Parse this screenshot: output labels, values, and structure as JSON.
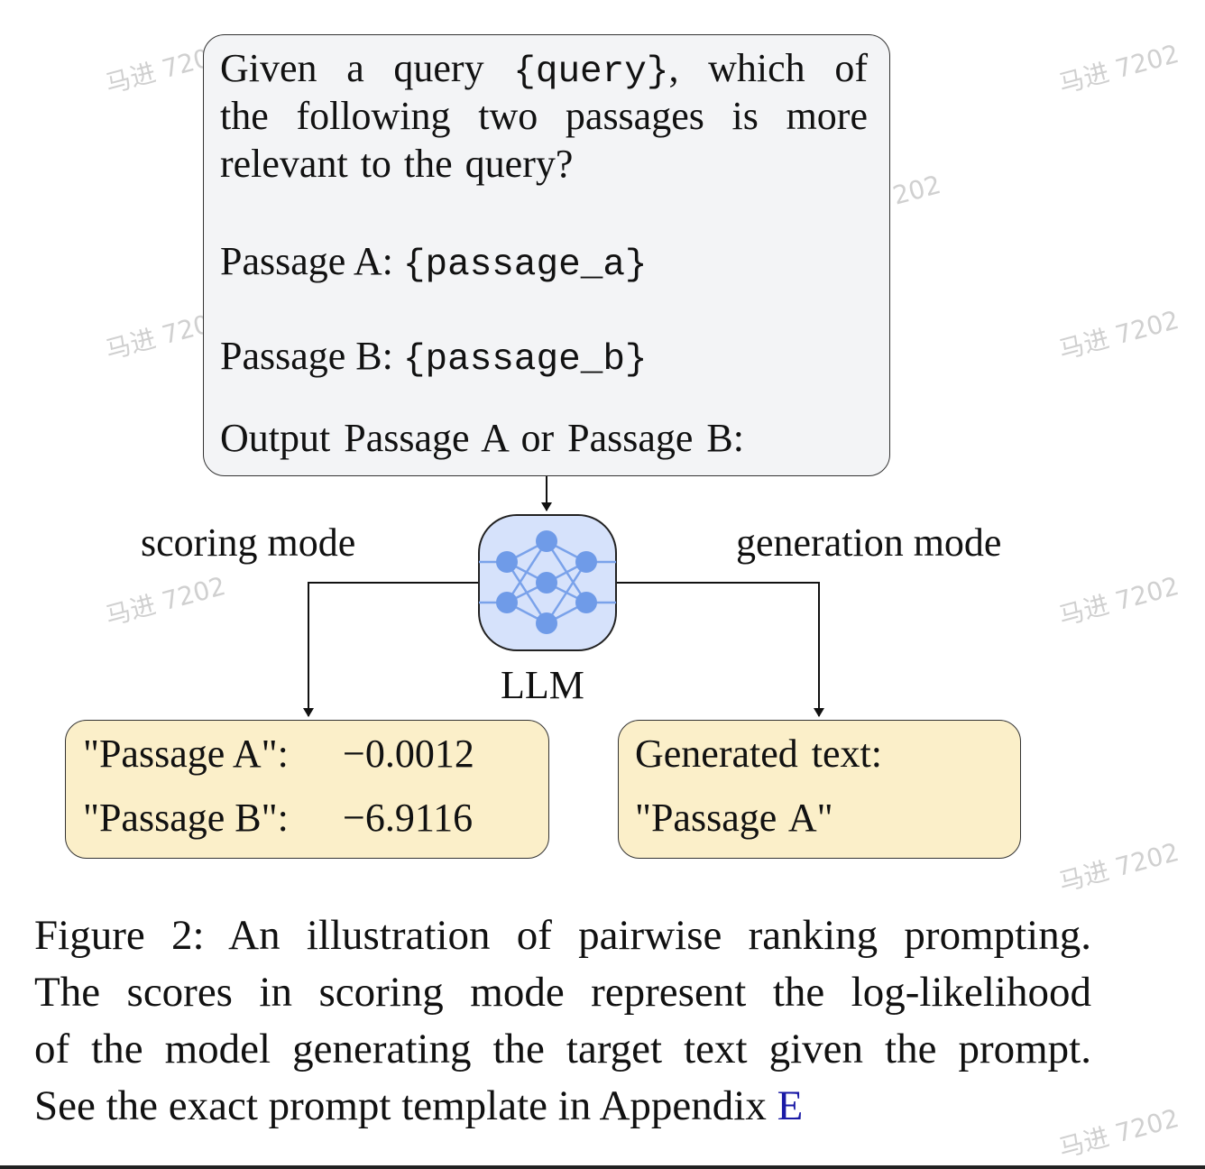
{
  "prompt": {
    "line1_a": "Given a query ",
    "line1_code": "{query}",
    "line1_b": ", which of",
    "line2": "the following two passages is more",
    "line3": "relevant to the query?",
    "passage_a_label": "Passage A: ",
    "passage_a_code": "{passage_a}",
    "passage_b_label": "Passage B: ",
    "passage_b_code": "{passage_b}",
    "output_line": "Output Passage A or Passage B:"
  },
  "model": {
    "label": "LLM",
    "icon": "neural-network-icon"
  },
  "modes": {
    "scoring": "scoring mode",
    "generation": "generation mode"
  },
  "scores": {
    "a_label": "\"Passage A\":",
    "a_value": "−0.0012",
    "b_label": "\"Passage B\":",
    "b_value": "−6.9116"
  },
  "generation": {
    "heading": "Generated text:",
    "output": "\"Passage A\""
  },
  "caption": {
    "line1": "Figure 2: An illustration of pairwise ranking prompting.",
    "line2": "The scores in scoring mode represent the log-likelihood",
    "line3": "of the model generating the target text given the prompt.",
    "line4": "See the exact prompt template in Appendix ",
    "link": "E"
  },
  "watermark": "马进 7202",
  "colors": {
    "prompt_bg": "#f3f4f6",
    "output_bg": "#fbefc9",
    "llm_bg": "#d6e2fb",
    "llm_nodes": "#6f9be8",
    "link": "#1a1aa6"
  }
}
